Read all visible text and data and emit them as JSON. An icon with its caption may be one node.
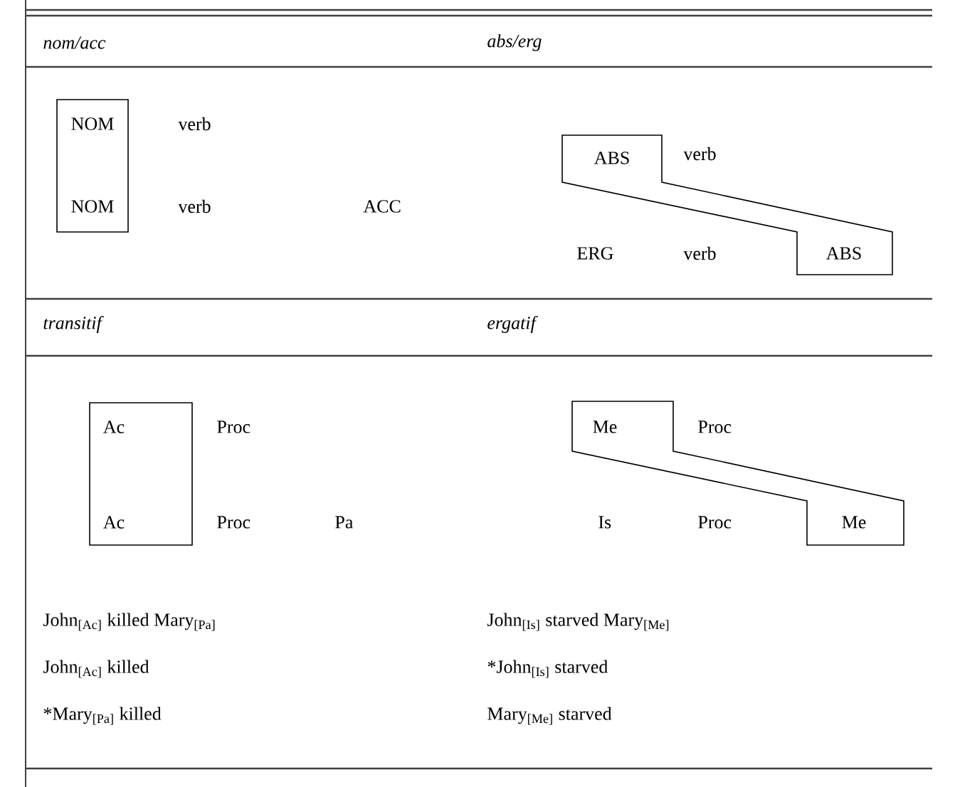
{
  "diagram": {
    "nodes": [
      {
        "text": [
          "NOM",
          "NOM"
        ]
      },
      {
        "text": [
          "ABS",
          "ABS"
        ]
      },
      {
        "text": [
          "Ac",
          "Ac"
        ]
      },
      {
        "text": [
          "Me",
          "Me"
        ]
      }
    ],
    "labels": [
      "nom/acc",
      "abs/erg",
      "verb",
      "verb",
      "verb",
      "ACC",
      "ERG",
      "verb",
      "transitif",
      "ergatif",
      "Proc",
      "Proc",
      "Proc",
      "Pa",
      "Is",
      "Proc",
      "John$_{[Ac]}$ killed Mary$_{[Pa]}$",
      "John$_{[Is]}$ starved Mary$_{[Me]}$",
      "John$_{[Ac]}$ killed",
      "*John$_{[Is]}$ starved",
      "*Mary$_{[Pa]}$ killed",
      "Mary$_{[Me]}$ starved"
    ]
  }
}
